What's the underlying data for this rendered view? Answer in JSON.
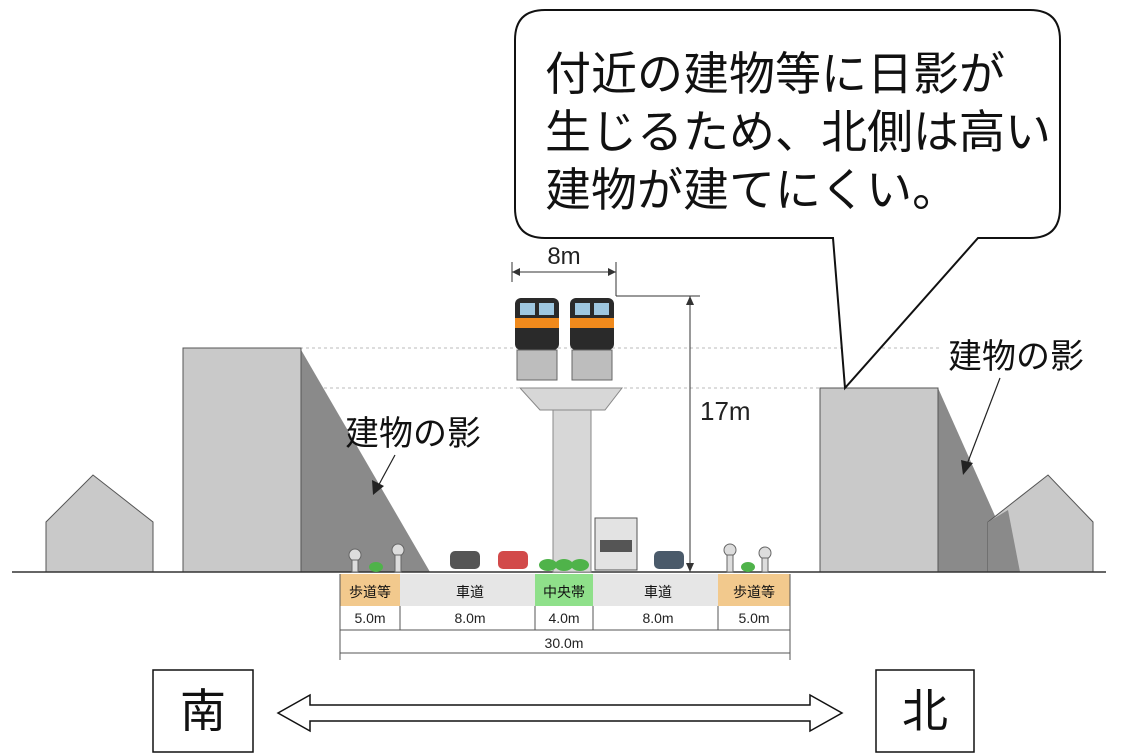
{
  "callout": {
    "lines": [
      "付近の建物等に日影が",
      "生じるため、北側は高い",
      "建物が建てにくい。"
    ]
  },
  "shadow_label_left": "建物の影",
  "shadow_label_right": "建物の影",
  "dimensions": {
    "train_width": "8m",
    "height": "17m",
    "total_width": "30.0m"
  },
  "road_sections": [
    {
      "name": "歩道等",
      "width": "5.0m",
      "color": "#f2c98d"
    },
    {
      "name": "車道",
      "width": "8.0m",
      "color": "#e6e6e6"
    },
    {
      "name": "中央帯",
      "width": "4.0m",
      "color": "#8fe08a"
    },
    {
      "name": "車道",
      "width": "8.0m",
      "color": "#e6e6e6"
    },
    {
      "name": "歩道等",
      "width": "5.0m",
      "color": "#f2c98d"
    }
  ],
  "directions": {
    "south": "南",
    "north": "北"
  },
  "colors": {
    "building": "#c9c9c9",
    "building_stroke": "#555555",
    "shadow": "#8a8a8a",
    "train_orange": "#f08a1c"
  }
}
